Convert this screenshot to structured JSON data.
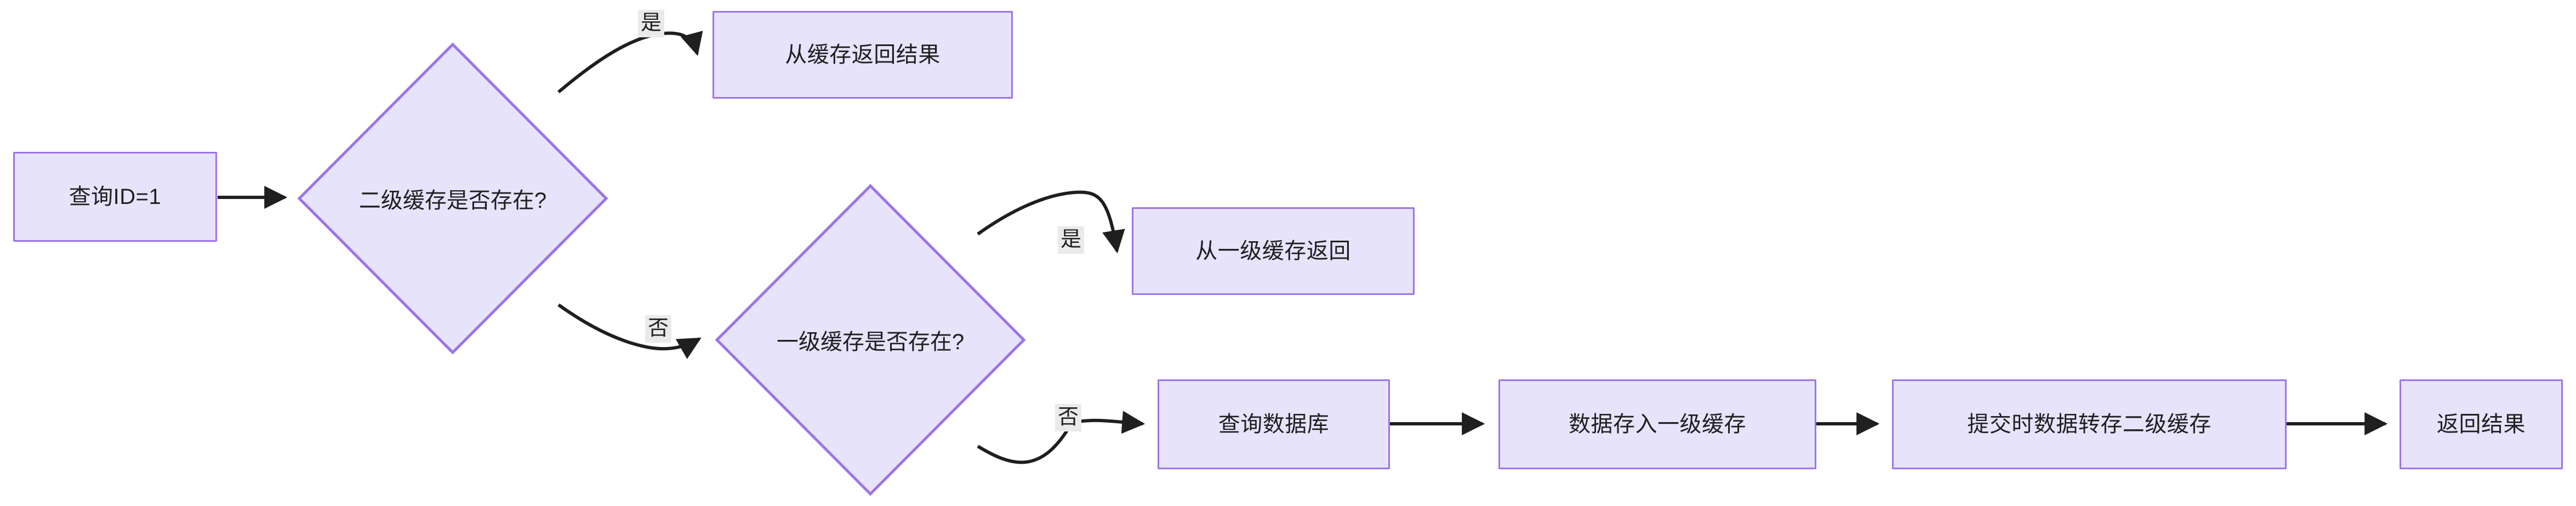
{
  "diagram": {
    "type": "flowchart",
    "orientation": "left-to-right",
    "theme": {
      "node_fill": "#e7e3fb",
      "node_stroke": "#9b74e8",
      "edge_stroke": "#1f1f20",
      "edge_label_bg": "#eaeaea",
      "text_color": "#1f1f20",
      "canvas_bg": "#ffffff"
    },
    "nodes": [
      {
        "id": "start",
        "shape": "rectangle",
        "label": "查询ID=1"
      },
      {
        "id": "l2check",
        "shape": "diamond",
        "label": "二级缓存是否存在?"
      },
      {
        "id": "l2return",
        "shape": "rectangle",
        "label": "从缓存返回结果"
      },
      {
        "id": "l1check",
        "shape": "diamond",
        "label": "一级缓存是否存在?"
      },
      {
        "id": "l1return",
        "shape": "rectangle",
        "label": "从一级缓存返回"
      },
      {
        "id": "querydb",
        "shape": "rectangle",
        "label": "查询数据库"
      },
      {
        "id": "storeL1",
        "shape": "rectangle",
        "label": "数据存入一级缓存"
      },
      {
        "id": "commitToL2",
        "shape": "rectangle",
        "label": "提交时数据转存二级缓存"
      },
      {
        "id": "result",
        "shape": "rectangle",
        "label": "返回结果"
      }
    ],
    "edges": [
      {
        "from": "start",
        "to": "l2check",
        "label": ""
      },
      {
        "from": "l2check",
        "to": "l2return",
        "label": "是"
      },
      {
        "from": "l2check",
        "to": "l1check",
        "label": "否"
      },
      {
        "from": "l1check",
        "to": "l1return",
        "label": "是"
      },
      {
        "from": "l1check",
        "to": "querydb",
        "label": "否"
      },
      {
        "from": "querydb",
        "to": "storeL1",
        "label": ""
      },
      {
        "from": "storeL1",
        "to": "commitToL2",
        "label": ""
      },
      {
        "from": "commitToL2",
        "to": "result",
        "label": ""
      }
    ]
  }
}
